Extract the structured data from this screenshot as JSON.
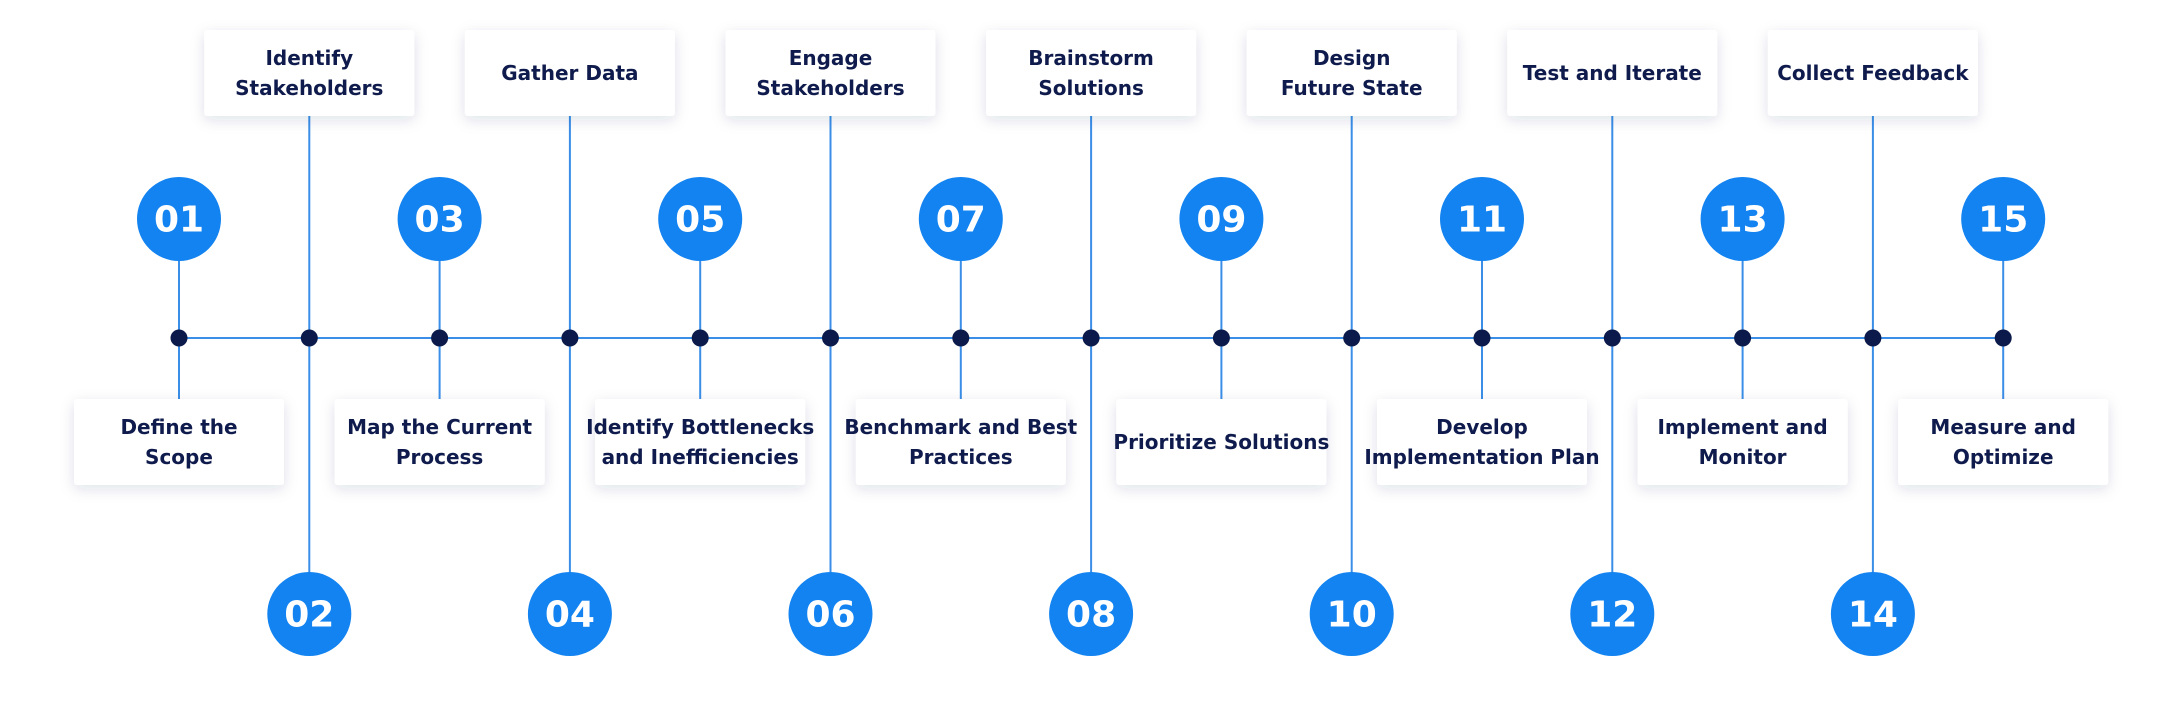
{
  "colors": {
    "accent": "#1283f0",
    "dark": "#0b1a4a",
    "line": "#3a8ee8",
    "card_bg": "#ffffff",
    "text": "#0f1b4c"
  },
  "steps": [
    {
      "number": "01",
      "label": [
        "Define the",
        "Scope"
      ]
    },
    {
      "number": "02",
      "label": [
        "Identify",
        "Stakeholders"
      ]
    },
    {
      "number": "03",
      "label": [
        "Map the Current",
        "Process"
      ]
    },
    {
      "number": "04",
      "label": [
        "Gather Data"
      ]
    },
    {
      "number": "05",
      "label": [
        "Identify Bottlenecks",
        "and Inefficiencies"
      ]
    },
    {
      "number": "06",
      "label": [
        "Engage",
        "Stakeholders"
      ]
    },
    {
      "number": "07",
      "label": [
        "Benchmark and Best",
        "Practices"
      ]
    },
    {
      "number": "08",
      "label": [
        "Brainstorm",
        "Solutions"
      ]
    },
    {
      "number": "09",
      "label": [
        "Prioritize Solutions"
      ]
    },
    {
      "number": "10",
      "label": [
        "Design",
        "Future State"
      ]
    },
    {
      "number": "11",
      "label": [
        "Develop",
        "Implementation Plan"
      ]
    },
    {
      "number": "12",
      "label": [
        "Test and Iterate"
      ]
    },
    {
      "number": "13",
      "label": [
        "Implement and",
        "Monitor"
      ]
    },
    {
      "number": "14",
      "label": [
        "Collect Feedback"
      ]
    },
    {
      "number": "15",
      "label": [
        "Measure and",
        "Optimize"
      ]
    }
  ]
}
